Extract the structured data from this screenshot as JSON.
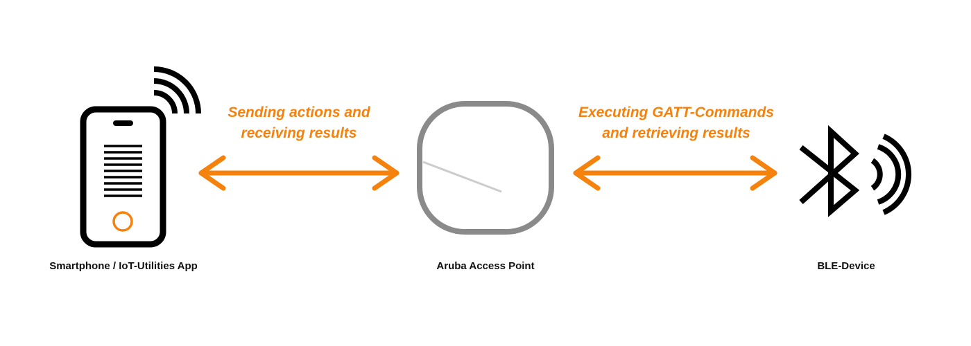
{
  "colors": {
    "accent": "#f5820d",
    "icon": "#000000",
    "access_point_ring": "#8a8a8a",
    "access_point_line": "#cccccc",
    "text": "#111111"
  },
  "nodes": {
    "smartphone": {
      "label": "Smartphone / IoT-Utilities App",
      "icon": "smartphone-icon"
    },
    "access_point": {
      "label": "Aruba Access Point",
      "icon": "access-point-icon"
    },
    "ble_device": {
      "label": "BLE-Device",
      "icon": "bluetooth-icon"
    }
  },
  "edges": {
    "phone_to_ap": {
      "line1": "Sending actions and",
      "line2": "receiving results",
      "direction": "bidirectional"
    },
    "ap_to_ble": {
      "line1": "Executing GATT-Commands",
      "line2": "and retrieving results",
      "direction": "bidirectional"
    }
  }
}
